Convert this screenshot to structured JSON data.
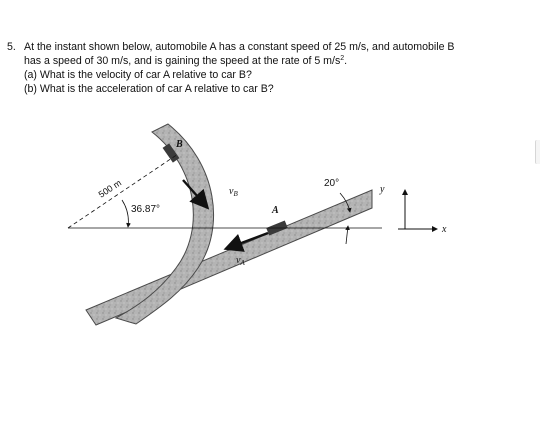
{
  "problem": {
    "number": "5.",
    "line1": "At the instant shown below, automobile A has a constant speed of 25 m/s, and automobile B",
    "line2_pre": "has a speed of 30 m/s, and is gaining the speed at the rate of 5 m/s",
    "line2_sup": "2",
    "line2_post": ".",
    "part_a": "(a)  What is the velocity of car A relative to car B?",
    "part_b": "(b)  What is the acceleration of car A relative to car B?"
  },
  "figure": {
    "label_b": "B",
    "label_vb": "v",
    "label_vb_sub": "B",
    "label_a": "A",
    "label_va": "v",
    "label_va_sub": "A",
    "radius_label": "500 m",
    "angle_road_a": "20°",
    "angle_curve": "36.87°",
    "axis_y": "y",
    "axis_x": "x"
  },
  "colors": {
    "road": "#a9a9a9",
    "road_edge": "#4a4a4a",
    "ink": "#111111"
  }
}
